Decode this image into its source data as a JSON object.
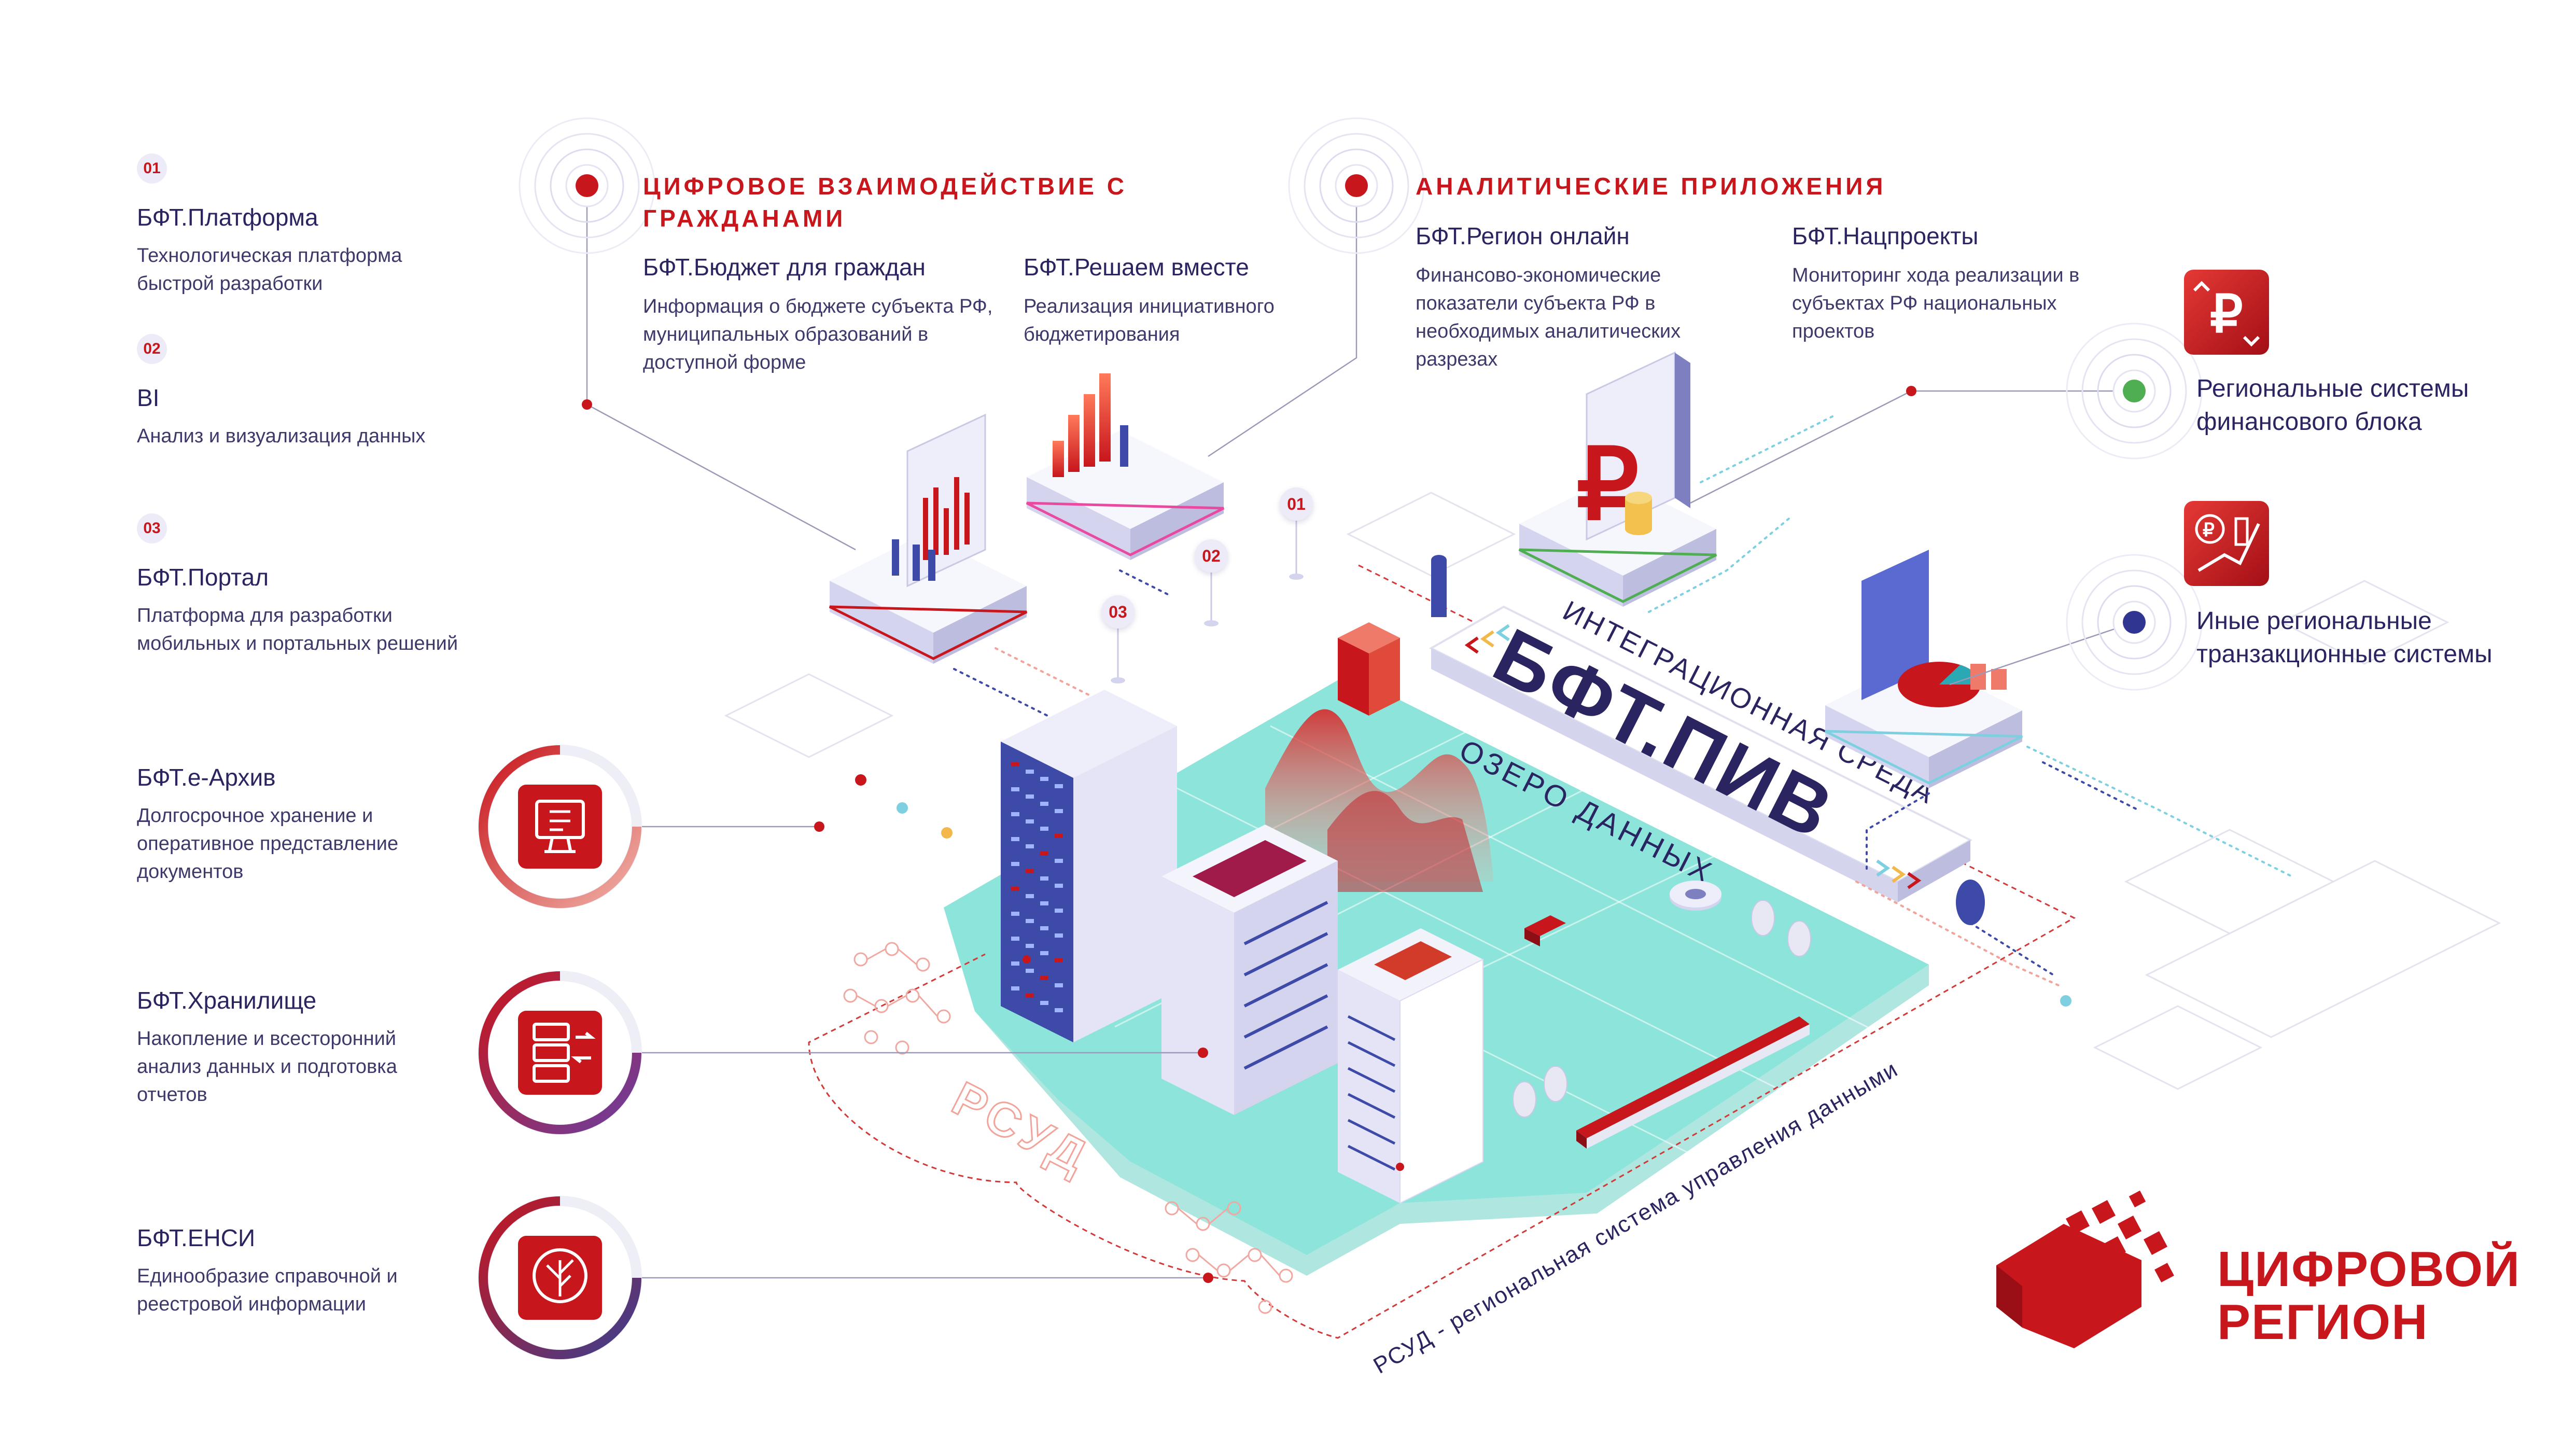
{
  "left_items": [
    {
      "num": "01",
      "title": "БФТ.Платформа",
      "desc": "Технологическая платформа быстрой разработки"
    },
    {
      "num": "02",
      "title": "BI",
      "desc": "Анализ и визуализация данных"
    },
    {
      "num": "03",
      "title": "БФТ.Портал",
      "desc": "Платформа для разработки мобильных и портальных решений"
    }
  ],
  "storage_items": [
    {
      "title": "БФТ.е-Архив",
      "desc": "Долгосрочное хранение и оперативное представление документов",
      "icon": "document-monitor-icon"
    },
    {
      "title": "БФТ.Хранилище",
      "desc": "Накопление и всесторонний анализ данных и подготовка отчетов",
      "icon": "server-transfer-icon"
    },
    {
      "title": "БФТ.ЕНСИ",
      "desc": "Единообразие справочной и реестровой информации",
      "icon": "tree-network-icon"
    }
  ],
  "sections": {
    "citizens": {
      "title": "ЦИФРОВОЕ ВЗАИМОДЕЙСТВИЕ С ГРАЖДАНАМИ",
      "products": [
        {
          "title": "БФТ.Бюджет для граждан",
          "desc": "Информация о бюджете субъекта РФ, муниципальных образований в доступной форме"
        },
        {
          "title": "БФТ.Решаем вместе",
          "desc": "Реализация инициативного бюджетирования"
        }
      ]
    },
    "analytics": {
      "title": "АНАЛИТИЧЕСКИЕ ПРИЛОЖЕНИЯ",
      "products": [
        {
          "title": "БФТ.Регион онлайн",
          "desc": "Финансово-экономические показатели субъекта РФ в необходимых аналитических разрезах"
        },
        {
          "title": "БФТ.Нацпроекты",
          "desc": "Мониторинг хода реализации в субъектах РФ национальных проектов"
        }
      ]
    }
  },
  "right_items": [
    {
      "title": "Региональные системы финансового блока",
      "icon": "ruble-arrows-icon",
      "dot_color": "#4fae52"
    },
    {
      "title": "Иные региональные транзакционные системы",
      "icon": "ruble-chart-icon",
      "dot_color": "#2f3590"
    }
  ],
  "map": {
    "markers": [
      "01",
      "02",
      "03"
    ],
    "integration_label": "ИНТЕГРАЦИОННАЯ СРЕДА",
    "pib_label": "БФТ.ПИВ",
    "lake_label": "ОЗЕРО ДАННЫХ",
    "rsud_label": "РСУД",
    "rsud_caption": "РСУД - региональная система управления данными"
  },
  "brand": {
    "line1": "ЦИФРОВОЙ",
    "line2": "РЕГИОН"
  },
  "colors": {
    "accent": "#c8161d",
    "navy": "#2a2560",
    "lake": "#7ee2d6",
    "green_dot": "#4fae52",
    "blue_dot": "#2f3590"
  }
}
